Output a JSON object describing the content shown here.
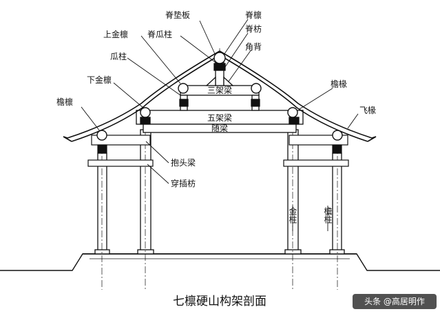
{
  "title": "七檩硬山构架剖面",
  "labels": {
    "jidianban": "脊垫板",
    "jilin": "脊檩",
    "jifang": "脊枋",
    "shangjinlin": "上金檩",
    "jiguazhu": "脊瓜柱",
    "jiaobei": "角背",
    "guazhu": "瓜柱",
    "xiajinlin": "下金檩",
    "yanlin": "檐檩",
    "yanchuan": "檐椽",
    "feichuan": "飞椽",
    "baotouliang": "抱头梁",
    "chuanchafang": "穿插枋",
    "jinzhu": "金柱",
    "yanzhu": "檐柱"
  },
  "beams": {
    "sanjialiang": "三架梁",
    "wujialiang": "五架梁",
    "suiliang": "随梁"
  },
  "watermark": "头条 @高居明作"
}
